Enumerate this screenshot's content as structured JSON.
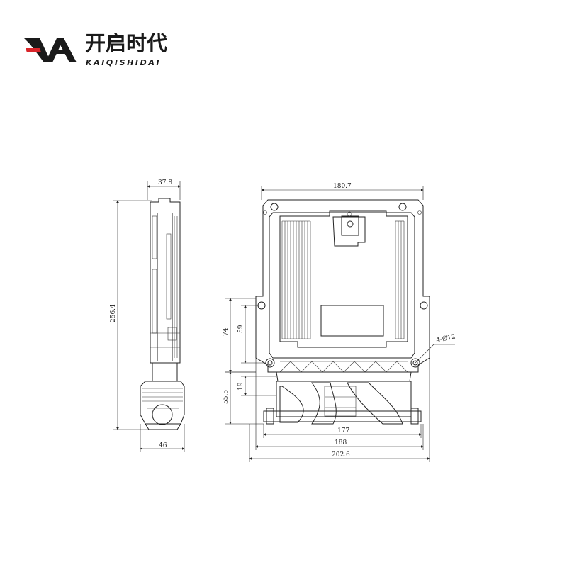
{
  "brand": {
    "name_cn": "开启时代",
    "name_en": "KAIQISHIDAI",
    "colors": {
      "red": "#d9252a",
      "dark": "#1a1a1a"
    }
  },
  "dimensions": {
    "side_thickness": "37.8",
    "side_height": "256.4",
    "side_connector_width": "46",
    "front_top_width": "180.7",
    "front_height_74": "74",
    "front_height_59": "59",
    "front_height_19": "19",
    "front_height_55_5": "55.5",
    "hole_callout": "4-Ø12",
    "width_177": "177",
    "width_188": "188",
    "width_202_6": "202.6"
  }
}
